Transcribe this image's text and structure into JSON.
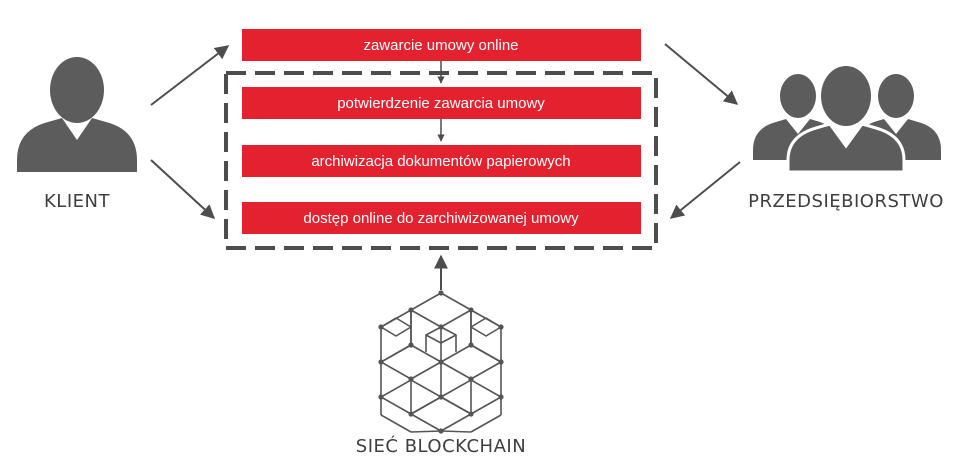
{
  "colors": {
    "step_fill": "#e4222f",
    "step_text": "#ffffff",
    "icon_gray": "#5c5c5c",
    "arrow_gray": "#4d4d4d",
    "frame_dash": "#4d4d4d",
    "label_text": "#3f3f3f",
    "network_line": "#555555"
  },
  "actors": {
    "client": {
      "label": "KLIENT",
      "icon": "person-icon"
    },
    "company": {
      "label": "PRZEDSIĘBIORSTWO",
      "icon": "group-icon"
    },
    "blockchain": {
      "label": "SIEĆ BLOCKCHAIN",
      "icon": "blockchain-network-icon"
    }
  },
  "steps": [
    {
      "label": "zawarcie umowy online"
    },
    {
      "label": "potwierdzenie zawarcia umowy"
    },
    {
      "label": "archiwizacja dokumentów papierowych"
    },
    {
      "label": "dostęp online do zarchiwizowanej umowy"
    }
  ]
}
